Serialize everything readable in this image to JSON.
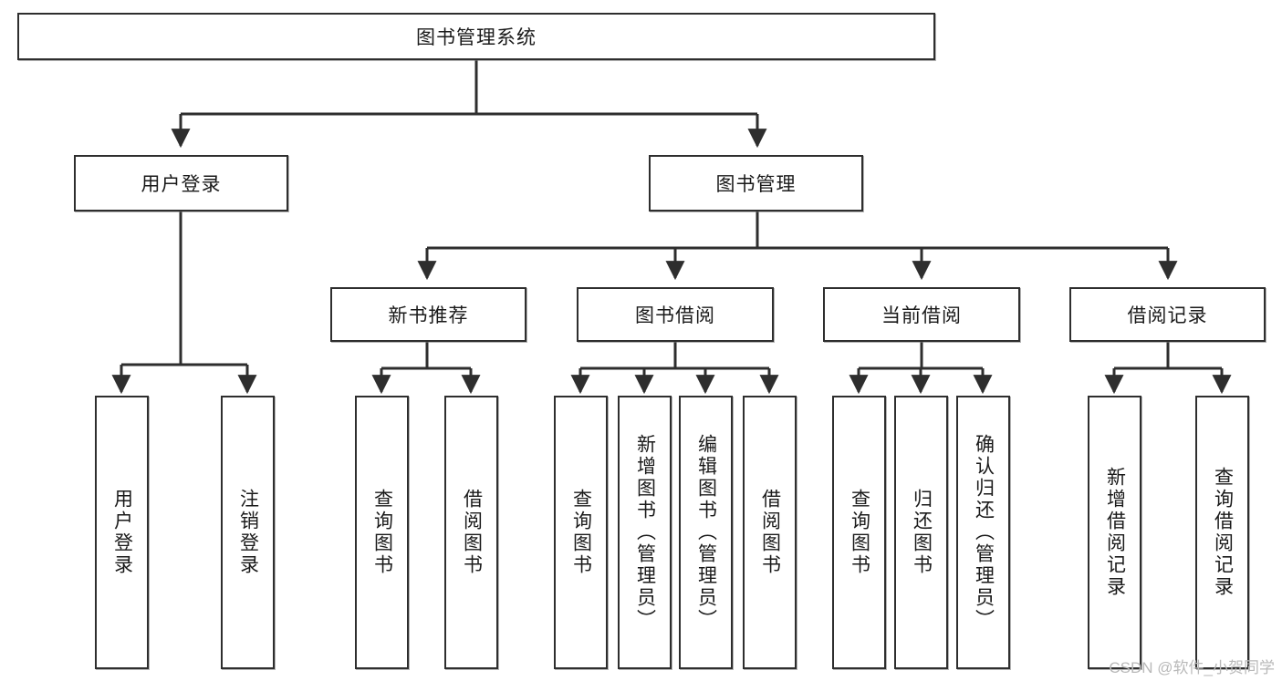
{
  "diagram": {
    "title": "图书管理系统",
    "type": "tree-hierarchy-diagram",
    "watermark": "CSDN @软件_小贺同学",
    "colors": {
      "stroke": "#2e2e2e",
      "fill": "#ffffff",
      "text": "#1a1a1a",
      "watermark": "#b9b9b9"
    },
    "root": {
      "label": "图书管理系统"
    },
    "level2": [
      {
        "id": "user-login",
        "label": "用户登录"
      },
      {
        "id": "book-management",
        "label": "图书管理"
      }
    ],
    "level3": [
      {
        "id": "new-book-recommend",
        "label": "新书推荐"
      },
      {
        "id": "book-borrow",
        "label": "图书借阅"
      },
      {
        "id": "current-borrow",
        "label": "当前借阅"
      },
      {
        "id": "borrow-record",
        "label": "借阅记录"
      }
    ],
    "leaves": {
      "user_login": [
        {
          "id": "leaf-user-login",
          "label": "用户登录"
        },
        {
          "id": "leaf-logout-login",
          "label": "注销登录"
        }
      ],
      "new_book_recommend": [
        {
          "id": "leaf-query-book-1",
          "label": "查询图书"
        },
        {
          "id": "leaf-borrow-book-1",
          "label": "借阅图书"
        }
      ],
      "book_borrow": [
        {
          "id": "leaf-query-book-2",
          "label": "查询图书"
        },
        {
          "id": "leaf-add-book-admin",
          "label": "新增图书（管理员）"
        },
        {
          "id": "leaf-edit-book-admin",
          "label": "编辑图书（管理员）"
        },
        {
          "id": "leaf-borrow-book-2",
          "label": "借阅图书"
        }
      ],
      "current_borrow": [
        {
          "id": "leaf-query-book-3",
          "label": "查询图书"
        },
        {
          "id": "leaf-return-book",
          "label": "归还图书"
        },
        {
          "id": "leaf-confirm-return-admin",
          "label": "确认归还（管理员）"
        }
      ],
      "borrow_record": [
        {
          "id": "leaf-add-borrow-record",
          "label": "新增借阅记录"
        },
        {
          "id": "leaf-query-borrow-record",
          "label": "查询借阅记录"
        }
      ]
    }
  }
}
